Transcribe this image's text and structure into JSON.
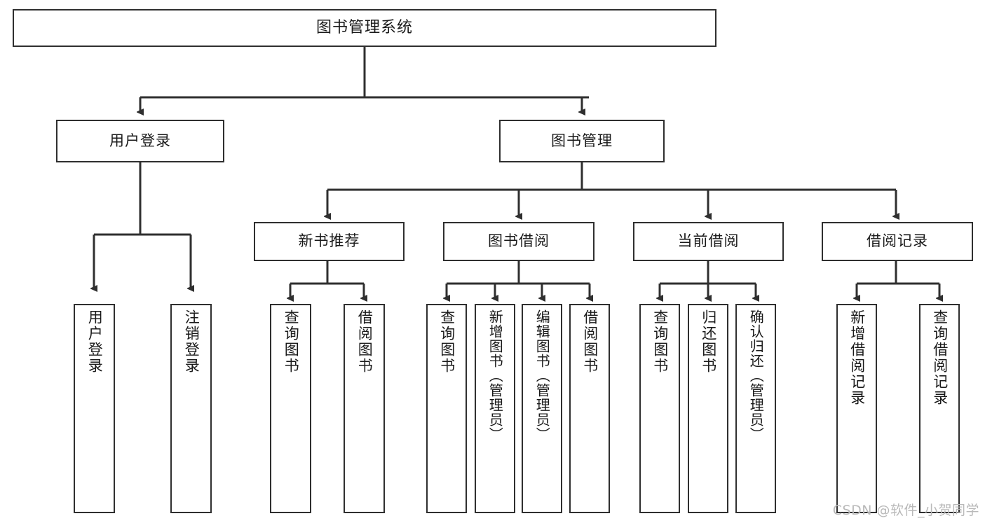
{
  "diagram": {
    "title": "图书管理系统",
    "watermark": "CSDN @软件_小贺同学",
    "line_color": "#2f2f2f",
    "box_border_color": "#2f2f2f",
    "box_fill_color": "#ffffff",
    "text_color": "#1a1a1a",
    "watermark_color": "#b9b9b9"
  },
  "nodes": {
    "root": {
      "label": "图书管理系统"
    },
    "level2": [
      {
        "label": "用户登录"
      },
      {
        "label": "图书管理"
      }
    ],
    "level3": [
      {
        "label": "新书推荐"
      },
      {
        "label": "图书借阅"
      },
      {
        "label": "当前借阅"
      },
      {
        "label": "借阅记录"
      }
    ],
    "leaves": {
      "user_login": [
        {
          "label": "用户登录"
        },
        {
          "label": "注销登录"
        }
      ],
      "new_book_recommend": [
        {
          "label": "查询图书"
        },
        {
          "label": "借阅图书"
        }
      ],
      "book_borrow": [
        {
          "label": "查询图书"
        },
        {
          "label": "新增图书（管理员）"
        },
        {
          "label": "编辑图书（管理员）"
        },
        {
          "label": "借阅图书"
        }
      ],
      "current_borrow": [
        {
          "label": "查询图书"
        },
        {
          "label": "归还图书"
        },
        {
          "label": "确认归还（管理员）"
        }
      ],
      "borrow_record": [
        {
          "label": "新增借阅记录"
        },
        {
          "label": "查询借阅记录"
        }
      ]
    }
  },
  "chart_data": {
    "type": "tree",
    "title": "图书管理系统",
    "root": "图书管理系统",
    "edges": [
      [
        "图书管理系统",
        "用户登录"
      ],
      [
        "图书管理系统",
        "图书管理"
      ],
      [
        "用户登录",
        "用户登录"
      ],
      [
        "用户登录",
        "注销登录"
      ],
      [
        "图书管理",
        "新书推荐"
      ],
      [
        "图书管理",
        "图书借阅"
      ],
      [
        "图书管理",
        "当前借阅"
      ],
      [
        "图书管理",
        "借阅记录"
      ],
      [
        "新书推荐",
        "查询图书"
      ],
      [
        "新书推荐",
        "借阅图书"
      ],
      [
        "图书借阅",
        "查询图书"
      ],
      [
        "图书借阅",
        "新增图书（管理员）"
      ],
      [
        "图书借阅",
        "编辑图书（管理员）"
      ],
      [
        "图书借阅",
        "借阅图书"
      ],
      [
        "当前借阅",
        "查询图书"
      ],
      [
        "当前借阅",
        "归还图书"
      ],
      [
        "当前借阅",
        "确认归还（管理员）"
      ],
      [
        "借阅记录",
        "新增借阅记录"
      ],
      [
        "借阅记录",
        "查询借阅记录"
      ]
    ],
    "depth": 4,
    "node_count": 20
  }
}
